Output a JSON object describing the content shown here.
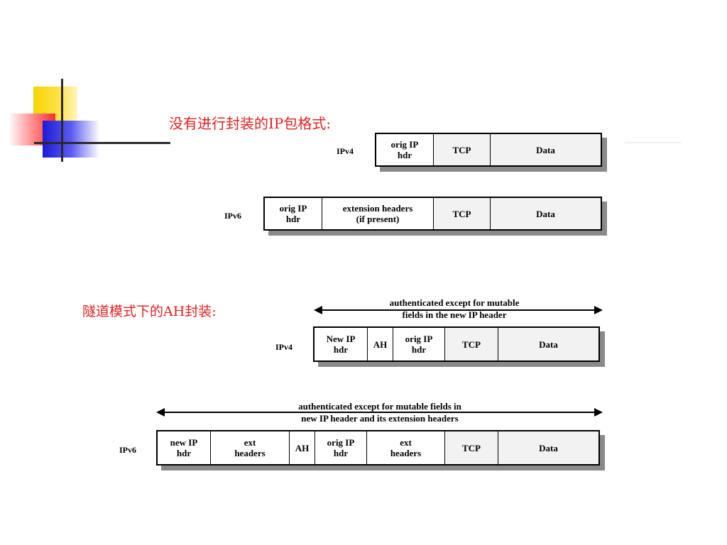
{
  "headings": {
    "plain": "没有进行封装的IP包格式:",
    "tunnel_ah": "隧道模式下的AH封装:"
  },
  "plain_ipv4": {
    "label": "IPv4",
    "cells": [
      "orig IP\nhdr",
      "TCP",
      "Data"
    ]
  },
  "plain_ipv6": {
    "label": "IPv6",
    "cells": [
      "orig IP\nhdr",
      "extension headers\n(if present)",
      "TCP",
      "Data"
    ]
  },
  "tunnel_ipv4": {
    "label": "IPv4",
    "annotation": "authenticated except for mutable\nfields in the new IP header",
    "cells": [
      "New IP\nhdr",
      "AH",
      "orig IP\nhdr",
      "TCP",
      "Data"
    ]
  },
  "tunnel_ipv6": {
    "label": "IPv6",
    "annotation": "authenticated except for mutable fields in\nnew IP header and its extension headers",
    "cells": [
      "new IP\nhdr",
      "ext\nheaders",
      "AH",
      "orig IP\nhdr",
      "ext\nheaders",
      "TCP",
      "Data"
    ]
  }
}
